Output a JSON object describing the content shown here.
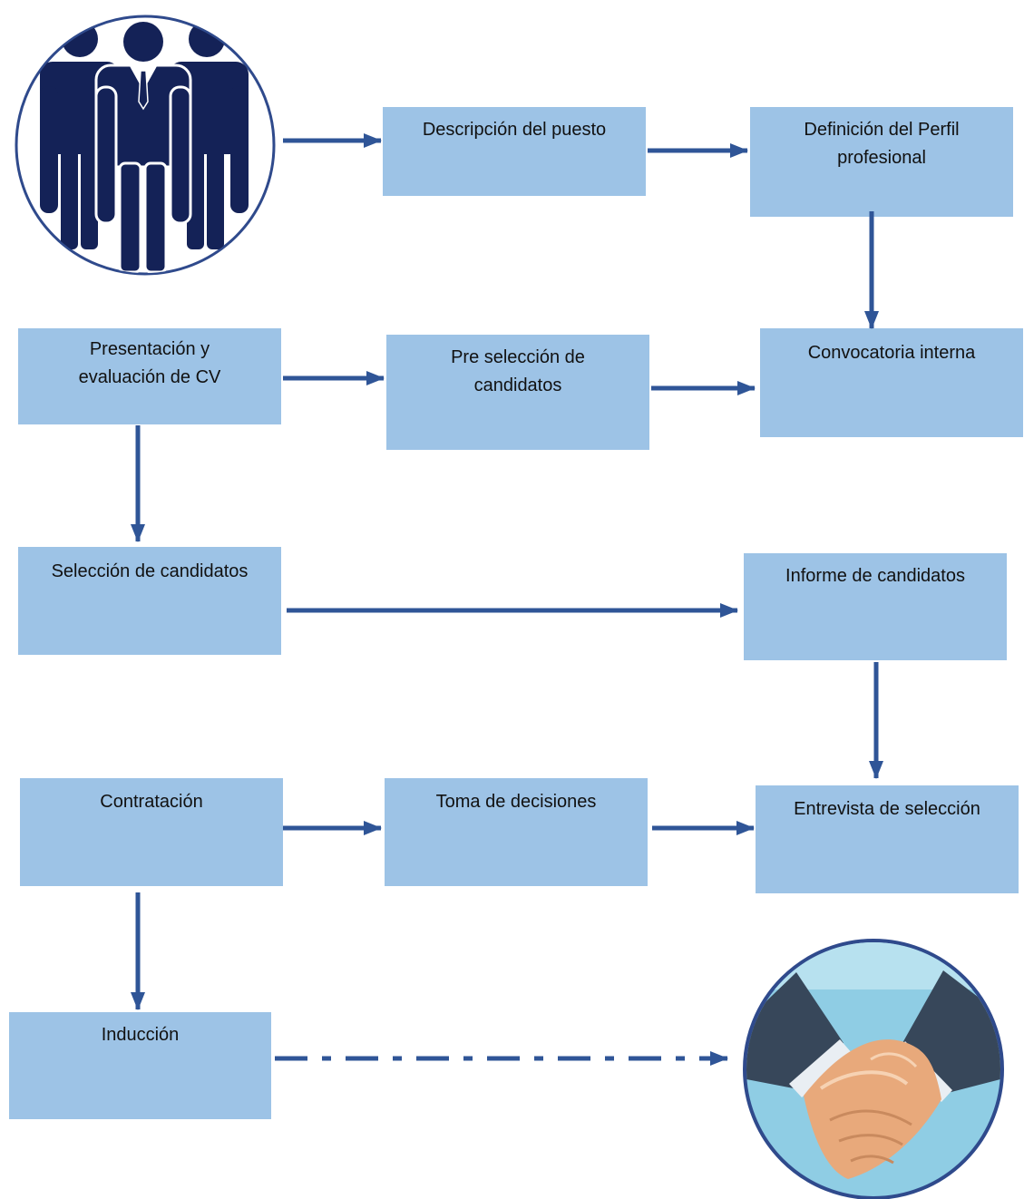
{
  "colors": {
    "box_fill": "#9dc3e6",
    "arrow": "#2f5597",
    "people_icon": "#142257",
    "circle_border": "#2f4a8c",
    "handshake_background": "#8fcde4",
    "skin": "#e8a97b",
    "sleeve": "#37475a"
  },
  "icons": {
    "start": "business-people-icon",
    "end": "handshake-icon"
  },
  "steps": {
    "descripcion": "Descripción del puesto",
    "perfil": "Definición del Perfil\nprofesional",
    "convocatoria": "Convocatoria interna",
    "preseleccion": "Pre selección de\ncandidatos",
    "presentacion": "Presentación y\nevaluación de CV",
    "seleccion": "Selección de candidatos",
    "informe": "Informe de candidatos",
    "entrevista": "Entrevista de selección",
    "decisiones": "Toma de decisiones",
    "contratacion": "Contratación",
    "induccion": "Inducción"
  }
}
